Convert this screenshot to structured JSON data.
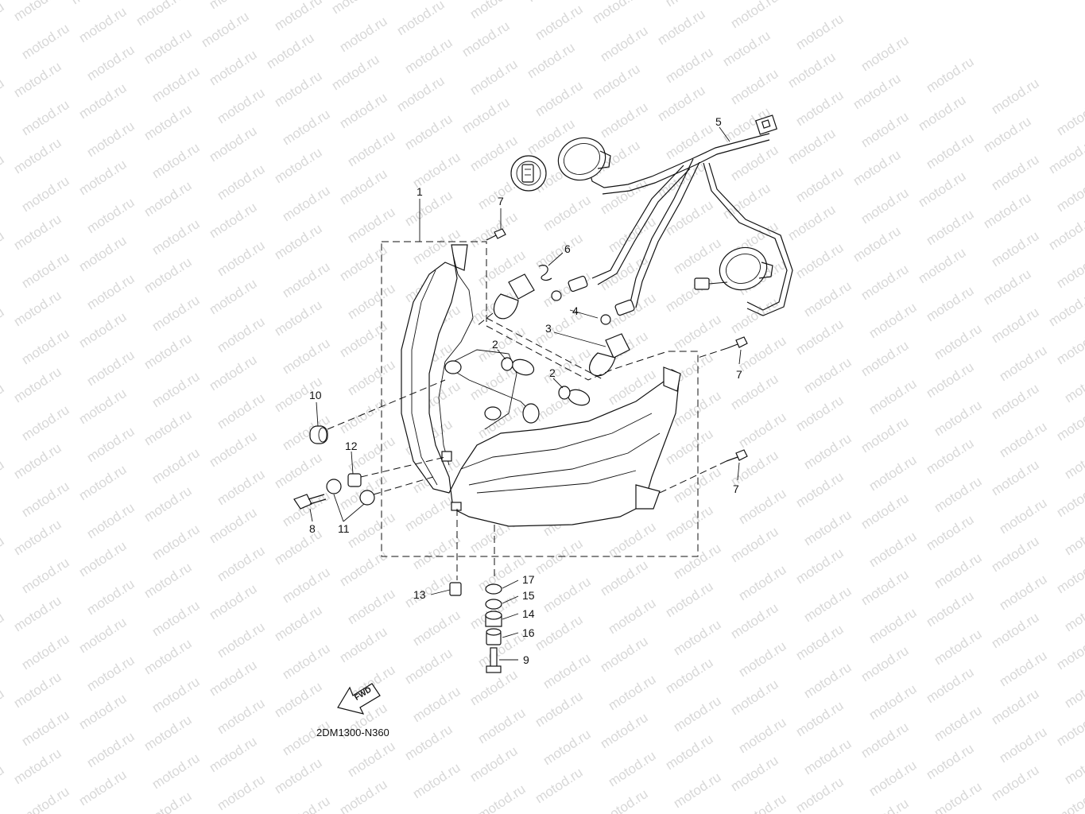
{
  "watermark": {
    "text": "motod.ru"
  },
  "callouts": {
    "c1": "1",
    "c2a": "2",
    "c2b": "2",
    "c3": "3",
    "c4": "4",
    "c5": "5",
    "c6": "6",
    "c7a": "7",
    "c7b": "7",
    "c7c": "7",
    "c8": "8",
    "c9": "9",
    "c10": "10",
    "c11": "11",
    "c12": "12",
    "c13": "13",
    "c14": "14",
    "c15": "15",
    "c16": "16",
    "c17": "17"
  },
  "fwd_label": "FWD",
  "diagram_code": "2DM1300-N360",
  "colors": {
    "line": "#111111",
    "watermark": "#d8d8d8",
    "background": "#ffffff"
  },
  "icons": {
    "forward_arrow": "fwd-arrow-icon"
  }
}
